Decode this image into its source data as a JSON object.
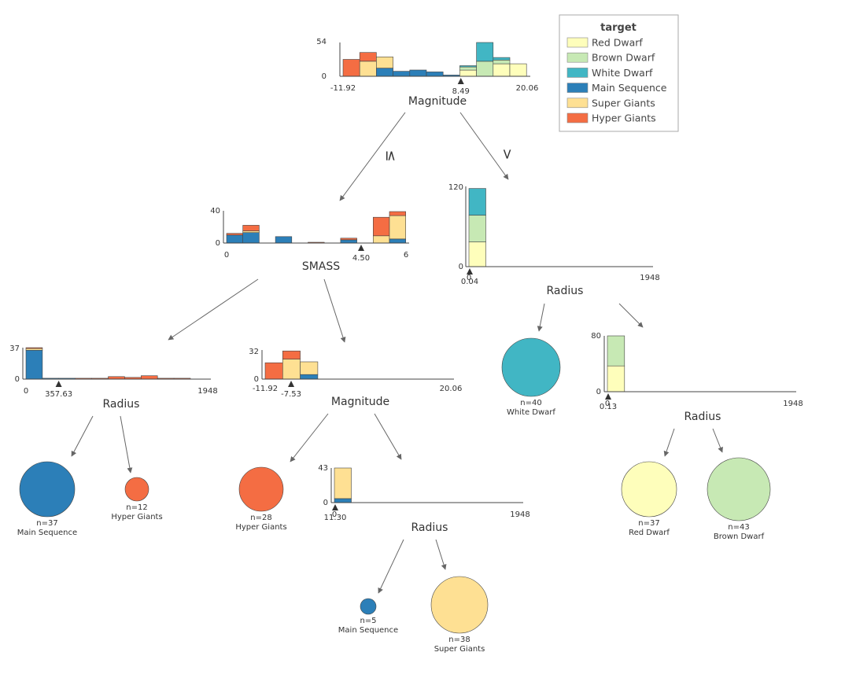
{
  "colors": {
    "Red Dwarf": "#fefebb",
    "Brown Dwarf": "#c7e9b4",
    "White Dwarf": "#41b6c4",
    "Main Sequence": "#2c7fb8",
    "Super Giants": "#fee093",
    "Hyper Giants": "#f46d43"
  },
  "classes": [
    "Red Dwarf",
    "Brown Dwarf",
    "White Dwarf",
    "Main Sequence",
    "Super Giants",
    "Hyper Giants"
  ],
  "legend": {
    "title": "target",
    "items": [
      "Red Dwarf",
      "Brown Dwarf",
      "White Dwarf",
      "Main Sequence",
      "Super Giants",
      "Hyper Giants"
    ]
  },
  "edge_labels": {
    "left": "≤",
    "right": ">"
  },
  "nodes": {
    "root": {
      "feature": "Magnitude",
      "min_label": "-11.92",
      "max_label": "20.06",
      "split_label": "8.49",
      "y_ticks": [
        "54",
        "0"
      ],
      "ymax": 54,
      "split_frac": 0.64,
      "bars": [
        {
          "Hyper Giants": 27
        },
        {
          "Hyper Giants": 14,
          "Super Giants": 24
        },
        {
          "Super Giants": 18,
          "Main Sequence": 13
        },
        {
          "Main Sequence": 8
        },
        {
          "Main Sequence": 10
        },
        {
          "Main Sequence": 7
        },
        {
          "Main Sequence": 2
        },
        {
          "Red Dwarf": 10,
          "Brown Dwarf": 5,
          "White Dwarf": 2
        },
        {
          "Brown Dwarf": 24,
          "White Dwarf": 30
        },
        {
          "Red Dwarf": 20,
          "Brown Dwarf": 6,
          "White Dwarf": 4
        },
        {
          "Red Dwarf": 20
        }
      ]
    },
    "smass": {
      "feature": "SMASS",
      "min_label": "0",
      "max_label": "6",
      "split_label": "4.50",
      "y_ticks": [
        "40",
        "0"
      ],
      "ymax": 40,
      "split_frac": 0.75,
      "bars": [
        {
          "Main Sequence": 10,
          "Hyper Giants": 2
        },
        {
          "Main Sequence": 13,
          "Super Giants": 2,
          "Hyper Giants": 7
        },
        null,
        {
          "Main Sequence": 8
        },
        null,
        {
          "Hyper Giants": 1
        },
        null,
        {
          "Main Sequence": 4,
          "Hyper Giants": 2
        },
        null,
        {
          "Super Giants": 9,
          "Hyper Giants": 23
        },
        {
          "Main Sequence": 5,
          "Super Giants": 29,
          "Hyper Giants": 5
        }
      ]
    },
    "radius_right": {
      "feature": "Radius",
      "min_label": "0",
      "max_label": "1948",
      "split_label": "0.04",
      "y_ticks": [
        "120",
        "0"
      ],
      "ymax": 120,
      "split_frac": 0.0,
      "bars": [
        {
          "Red Dwarf": 37,
          "Brown Dwarf": 40,
          "White Dwarf": 40
        }
      ]
    },
    "radius_left": {
      "feature": "Radius",
      "min_label": "0",
      "max_label": "1948",
      "split_label": "357.63",
      "y_ticks": [
        "37",
        "0"
      ],
      "ymax": 37,
      "split_frac": 0.18,
      "bars": [
        {
          "Main Sequence": 34,
          "Super Giants": 2,
          "Hyper Giants": 1
        },
        {
          "Main Sequence": 1
        },
        {
          "Main Sequence": 1
        },
        {
          "Hyper Giants": 1
        },
        {
          "Hyper Giants": 1
        },
        {
          "Hyper Giants": 3
        },
        {
          "Hyper Giants": 2
        },
        {
          "Hyper Giants": 4
        },
        {
          "Hyper Giants": 1
        },
        {
          "Hyper Giants": 1
        }
      ]
    },
    "magnitude_mid": {
      "feature": "Magnitude",
      "min_label": "-11.92",
      "max_label": "20.06",
      "split_label": "-7.53",
      "y_ticks": [
        "32",
        "0"
      ],
      "ymax": 32,
      "split_frac": 0.14,
      "bars": [
        {
          "Hyper Giants": 18
        },
        {
          "Super Giants": 22,
          "Hyper Giants": 9
        },
        {
          "Main Sequence": 5,
          "Super Giants": 14
        }
      ]
    },
    "radius_br": {
      "feature": "Radius",
      "min_label": "0",
      "max_label": "1948",
      "split_label": "0.13",
      "y_ticks": [
        "80",
        "0"
      ],
      "ymax": 80,
      "split_frac": 0.0,
      "bars": [
        {
          "Red Dwarf": 37,
          "Brown Dwarf": 43
        }
      ]
    },
    "radius_bottom": {
      "feature": "Radius",
      "min_label": "0",
      "max_label": "1948",
      "split_label": "11.30",
      "y_ticks": [
        "43",
        "0"
      ],
      "ymax": 43,
      "split_frac": 0.0,
      "bars": [
        {
          "Main Sequence": 5,
          "Super Giants": 38
        }
      ]
    }
  },
  "leaves": [
    {
      "id": "leaf_white_dwarf",
      "n": "n=40",
      "label": "White Dwarf",
      "cls": "White Dwarf"
    },
    {
      "id": "leaf_main_seq_1",
      "n": "n=37",
      "label": "Main Sequence",
      "cls": "Main Sequence"
    },
    {
      "id": "leaf_hyper_1",
      "n": "n=12",
      "label": "Hyper Giants",
      "cls": "Hyper Giants"
    },
    {
      "id": "leaf_hyper_2",
      "n": "n=28",
      "label": "Hyper Giants",
      "cls": "Hyper Giants"
    },
    {
      "id": "leaf_red_dwarf",
      "n": "n=37",
      "label": "Red Dwarf",
      "cls": "Red Dwarf"
    },
    {
      "id": "leaf_brown_dwarf",
      "n": "n=43",
      "label": "Brown Dwarf",
      "cls": "Brown Dwarf"
    },
    {
      "id": "leaf_main_seq_2",
      "n": "n=5",
      "label": "Main Sequence",
      "cls": "Main Sequence"
    },
    {
      "id": "leaf_super_giants",
      "n": "n=38",
      "label": "Super Giants",
      "cls": "Super Giants"
    }
  ]
}
